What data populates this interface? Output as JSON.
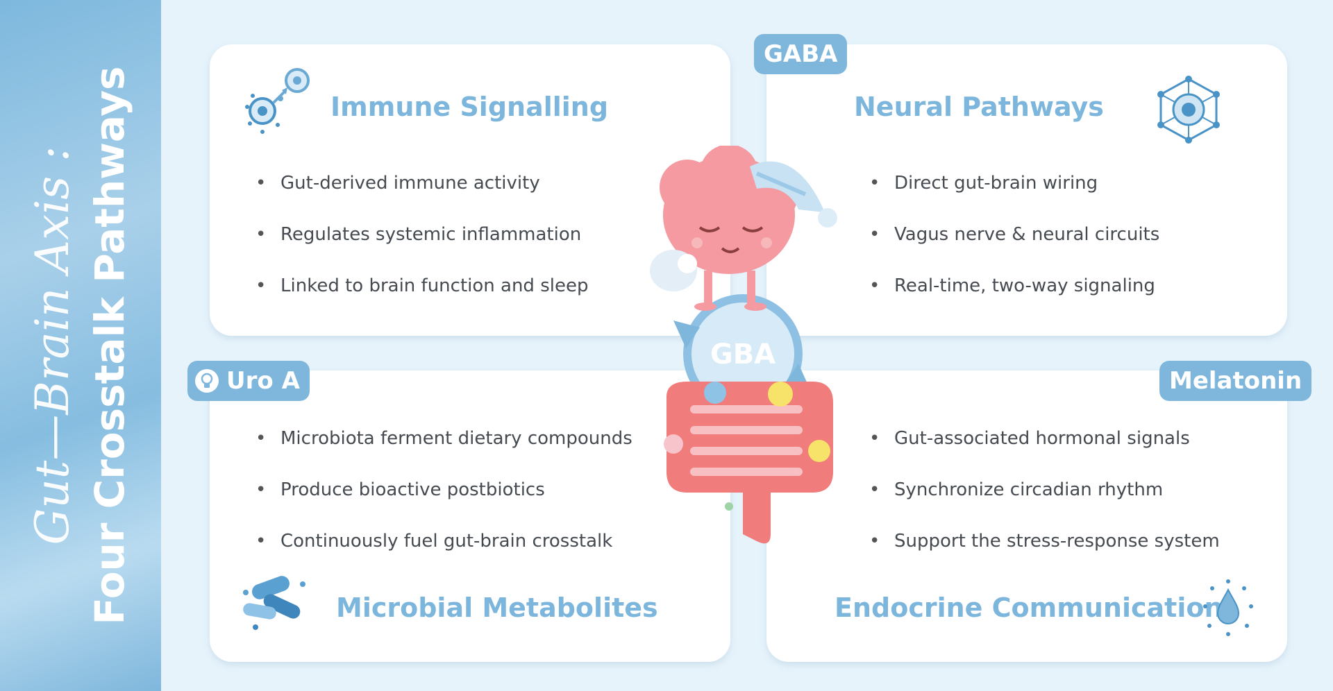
{
  "sidebar": {
    "script_title": "Gut—Brain Axis :",
    "bold_title": "Four Crosstalk Pathways"
  },
  "cards": {
    "immune": {
      "title": "Immune Signalling",
      "items": [
        "Gut-derived immune activity",
        "Regulates systemic inflammation",
        "Linked to brain function and sleep"
      ]
    },
    "neural": {
      "title": "Neural Pathways",
      "items": [
        "Direct gut-brain wiring",
        "Vagus nerve & neural circuits",
        "Real-time, two-way signaling"
      ]
    },
    "microbial": {
      "title": "Microbial Metabolites",
      "items": [
        "Microbiota ferment dietary compounds",
        "Produce bioactive postbiotics",
        "Continuously fuel gut-brain crosstalk"
      ]
    },
    "endocrine": {
      "title": "Endocrine Communication",
      "items": [
        "Gut-associated hormonal signals",
        "Synchronize circadian rhythm",
        "Support the stress-response system"
      ]
    }
  },
  "tags": {
    "gaba": "GABA",
    "uroa": "Uro A",
    "melatonin": "Melatonin"
  },
  "center": {
    "label": "GBA"
  },
  "colors": {
    "accent": "#7db6dd",
    "sidebar": "#86bde0",
    "background": "#e6f3fb",
    "brain": "#f49aa0",
    "gut": "#f07c7c"
  },
  "icons": [
    "immune-cells-icon",
    "neural-network-icon",
    "microbes-icon",
    "hormone-drop-icon",
    "lightbulb-icon"
  ]
}
